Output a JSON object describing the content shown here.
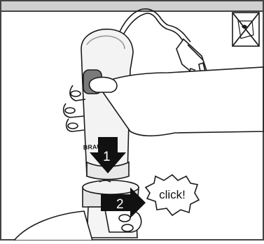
{
  "brand": "BRAUN",
  "steps": [
    {
      "number": "1",
      "direction": "down"
    },
    {
      "number": "2",
      "direction": "right"
    }
  ],
  "callout": {
    "text": "click!"
  },
  "warning_symbol": "no-water-icon",
  "colors": {
    "line": "#1a1a1a",
    "panel_border": "#555555",
    "step_arrow": "#111111",
    "arrow_text": "#ffffff"
  }
}
